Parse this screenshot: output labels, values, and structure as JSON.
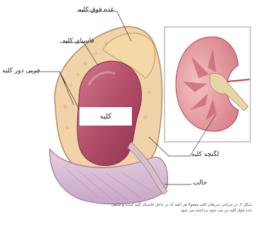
{
  "labels": {
    "adrenal_gland": "غده فوق کلیه",
    "renal_fascia": "فاسیای کلیه",
    "perirenal_fat": "چربی دور کلیه",
    "kidney": "کلیه",
    "renal_pelvis": "لگنچه کلیه",
    "ureter": "حالب"
  },
  "caption": "شکل ۲. در جراحی سرطان کلیه معمولا هر آنچه که در داخل فاسیای کلیه است و شامل غده فوق کلیه نیز می شود برداشته می شود",
  "colors": {
    "fat": "#f0d3a8",
    "fascia": "#d9b8d6",
    "kidney": "#b34d68",
    "inset_cortex": "#e7a3a6",
    "ureter": "#d8c0c8"
  }
}
